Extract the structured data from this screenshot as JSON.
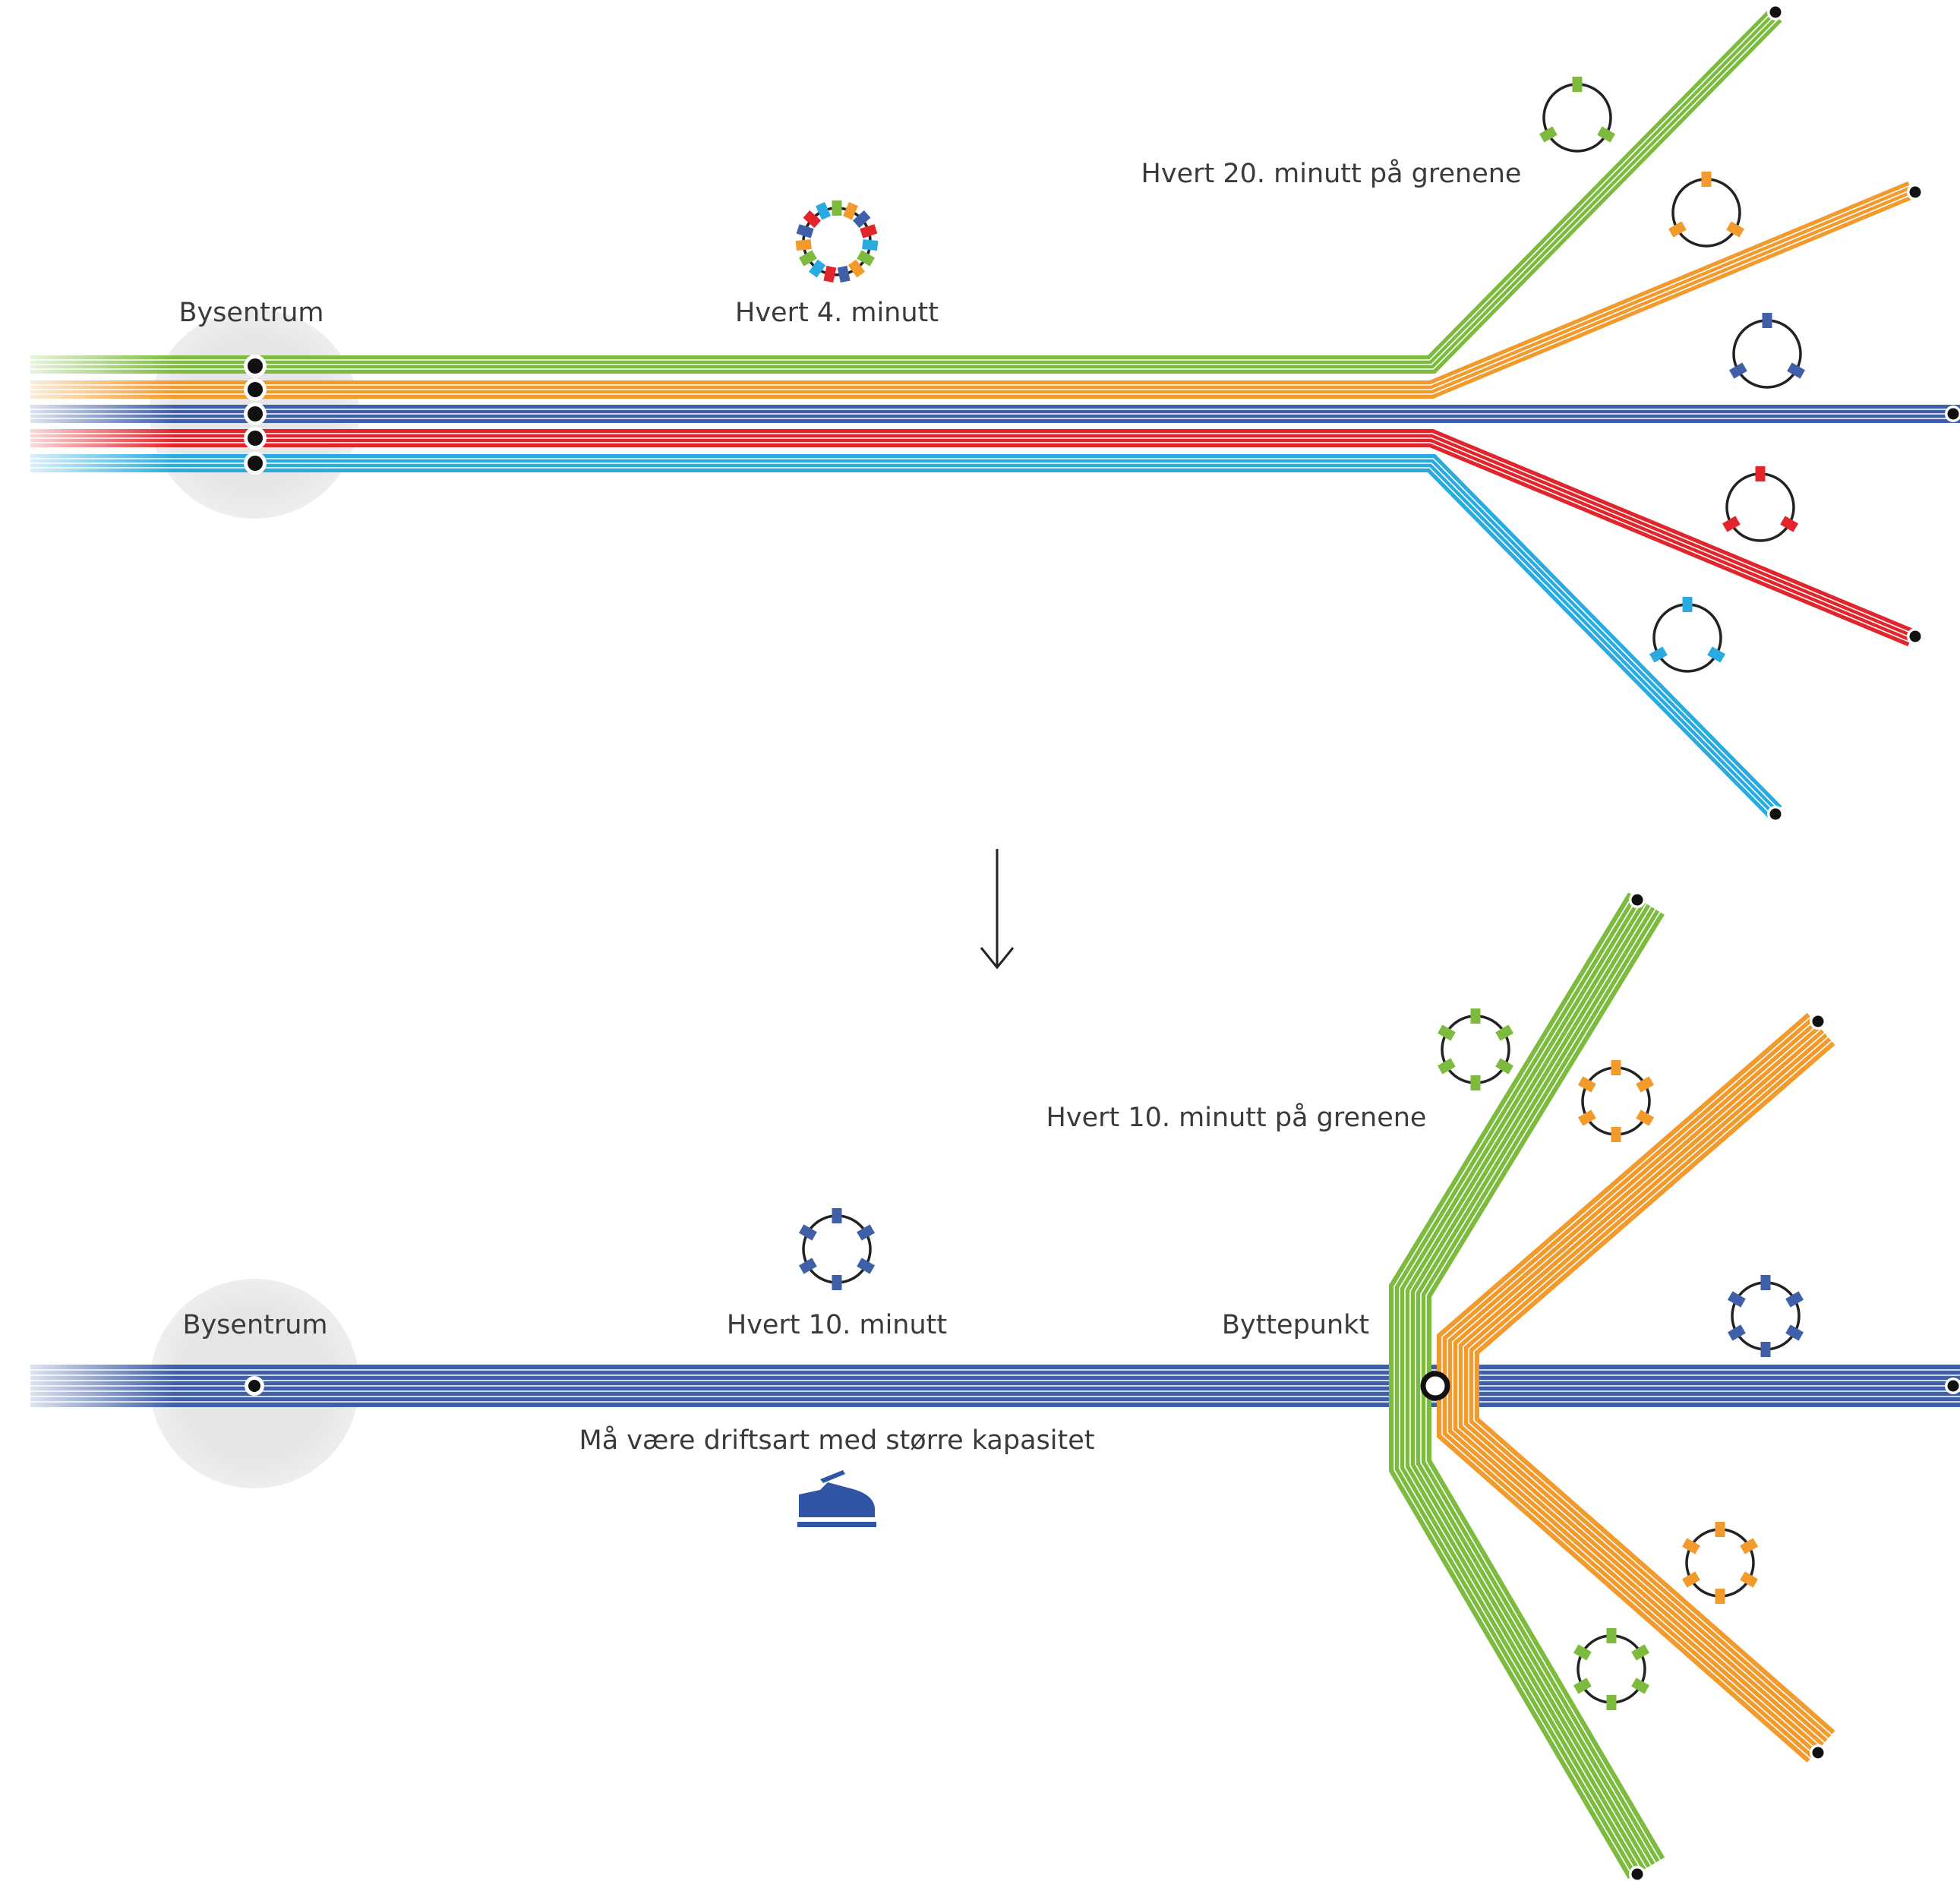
{
  "colors": {
    "green": "#7dbb3f",
    "orange": "#f39a2c",
    "blue": "#3f5fa9",
    "red": "#e2242b",
    "cyan": "#29abe2",
    "hub": "#e6e6e6",
    "text": "#3a3a3a"
  },
  "top": {
    "city_label": "Bysentrum",
    "trunk_label": "Hvert 4. minutt",
    "branches_label": "Hvert 20. minutt på grenene"
  },
  "arrow_icon": "down-arrow",
  "bottom": {
    "city_label": "Bysentrum",
    "trunk_label": "Hvert 10. minutt",
    "transfer_label": "Byttepunkt",
    "branches_label": "Hvert 10. minutt på grenene",
    "capacity_note": "Må være driftsart med større kapasitet",
    "vehicle_icon": "train-icon"
  }
}
